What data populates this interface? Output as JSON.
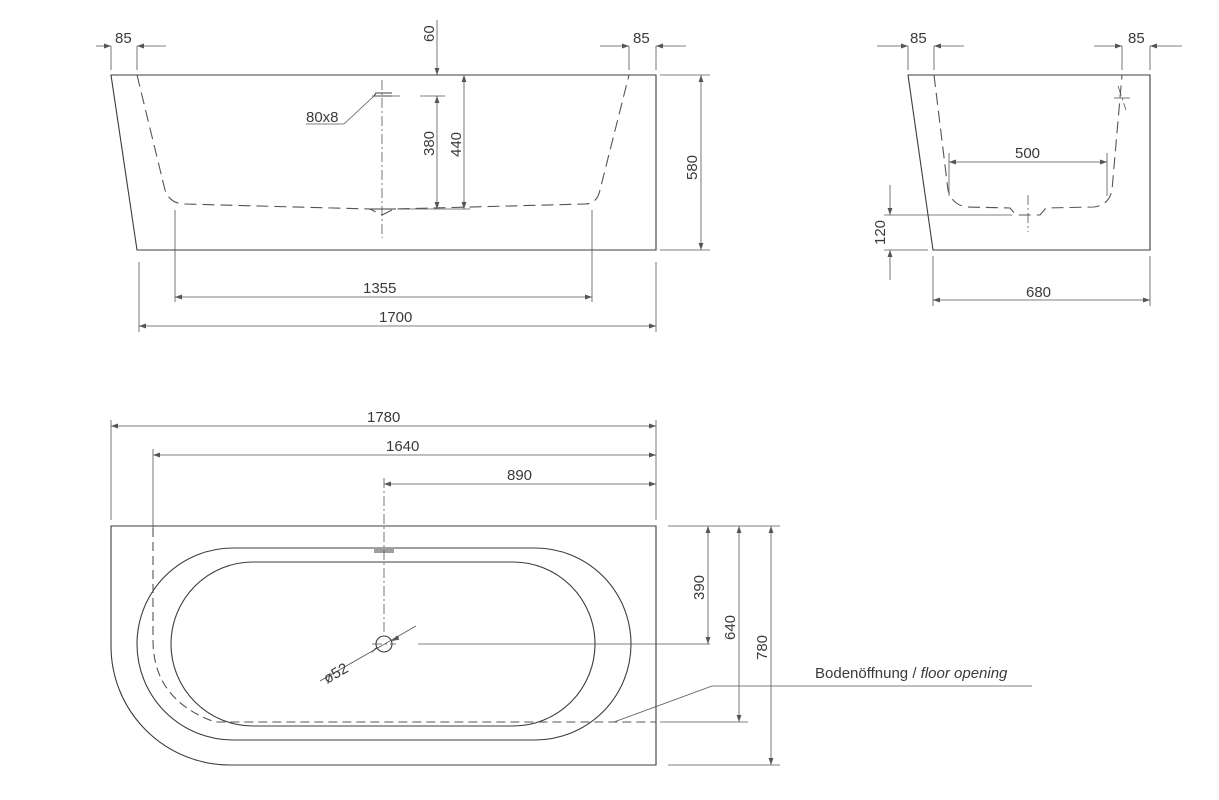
{
  "side_view": {
    "dim_left_rim": "85",
    "dim_right_rim": "85",
    "dim_top": "60",
    "overflow_label": "80x8",
    "dim_overflow_depth": "380",
    "dim_inner_depth": "440",
    "dim_height": "580",
    "dim_inner_length": "1355",
    "dim_length": "1700"
  },
  "end_view": {
    "dim_left_rim": "85",
    "dim_right_rim": "85",
    "dim_inner_width": "500",
    "dim_base_height": "120",
    "dim_width": "680"
  },
  "plan_view": {
    "dim_total_length": "1780",
    "dim_opening_length": "1640",
    "dim_center": "890",
    "dim_drain_offset": "390",
    "dim_opening_width": "640",
    "dim_total_width": "780",
    "drain_label": "ø52",
    "floor_opening_label_de": "Bodenöffnung /",
    "floor_opening_label_en": "floor opening"
  }
}
